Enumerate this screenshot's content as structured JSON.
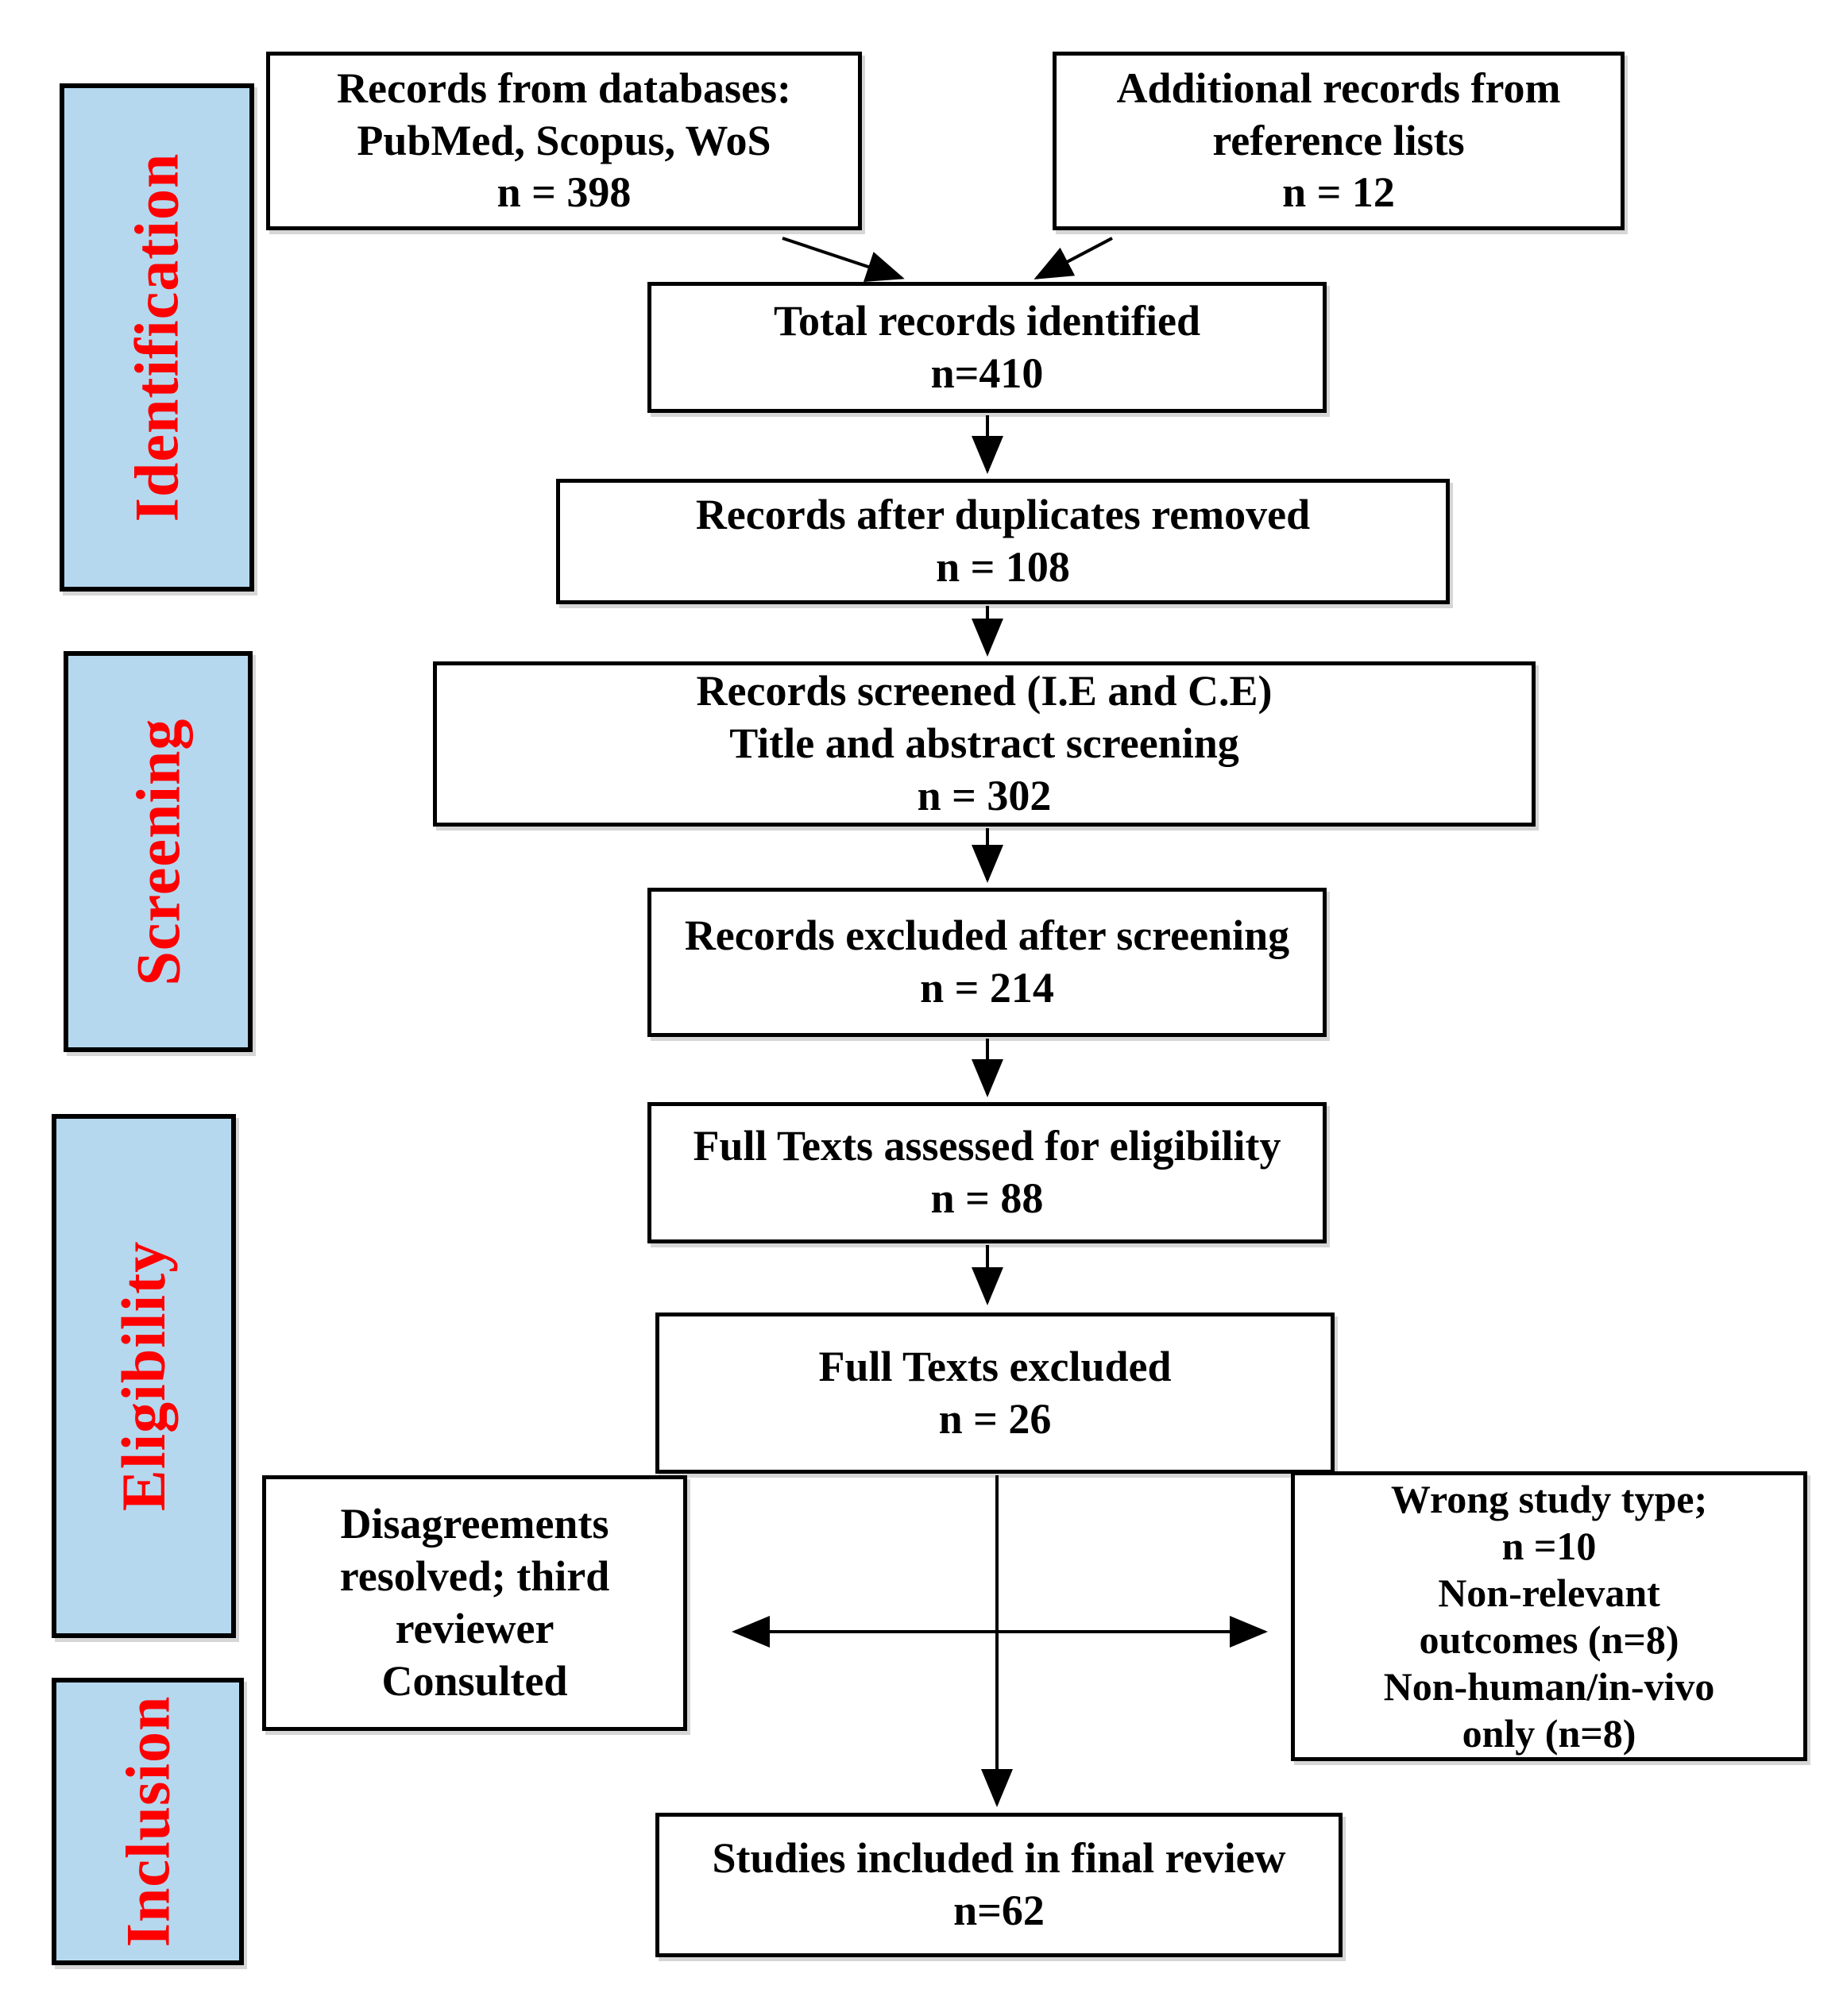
{
  "colors": {
    "sidebar_fill": "#b5d8ef",
    "sidebar_text": "#ff0000",
    "box_border": "#000000",
    "text": "#000000",
    "arrow": "#000000"
  },
  "sidebar": {
    "identification": "Identification",
    "screening": "Screening",
    "eligibility": "Eligibility",
    "inclusion": "Inclusion"
  },
  "boxes": {
    "records_databases": {
      "l1": "Records from databases:",
      "l2": "PubMed, Scopus, WoS",
      "l3": "n = 398"
    },
    "additional_records": {
      "l1": "Additional records from",
      "l2": "reference lists",
      "l3": "n = 12"
    },
    "total_records": {
      "l1": "Total records identified",
      "l2": "n=410"
    },
    "duplicates_removed": {
      "l1": "Records after duplicates removed",
      "l2": "n = 108"
    },
    "records_screened": {
      "l1": "Records screened (I.E and C.E)",
      "l2": "Title and abstract screening",
      "l3": "n = 302"
    },
    "records_excluded": {
      "l1": "Records excluded after screening",
      "l2": "n = 214"
    },
    "fulltext_assessed": {
      "l1": "Full Texts assessed for eligibility",
      "l2": "n = 88"
    },
    "fulltext_excluded": {
      "l1": "Full Texts excluded",
      "l2": "n = 26"
    },
    "disagreements": {
      "l1": "Disagreements",
      "l2": "resolved; third",
      "l3": "reviewer",
      "l4": "Consulted"
    },
    "exclusion_reasons": {
      "l1": "Wrong study type;",
      "l2": "n =10",
      "l3": "Non-relevant",
      "l4": "outcomes (n=8)",
      "l5": "Non-human/in-vivo",
      "l6": "only (n=8)"
    },
    "studies_included": {
      "l1": "Studies included in final review",
      "l2": "n=62"
    }
  }
}
